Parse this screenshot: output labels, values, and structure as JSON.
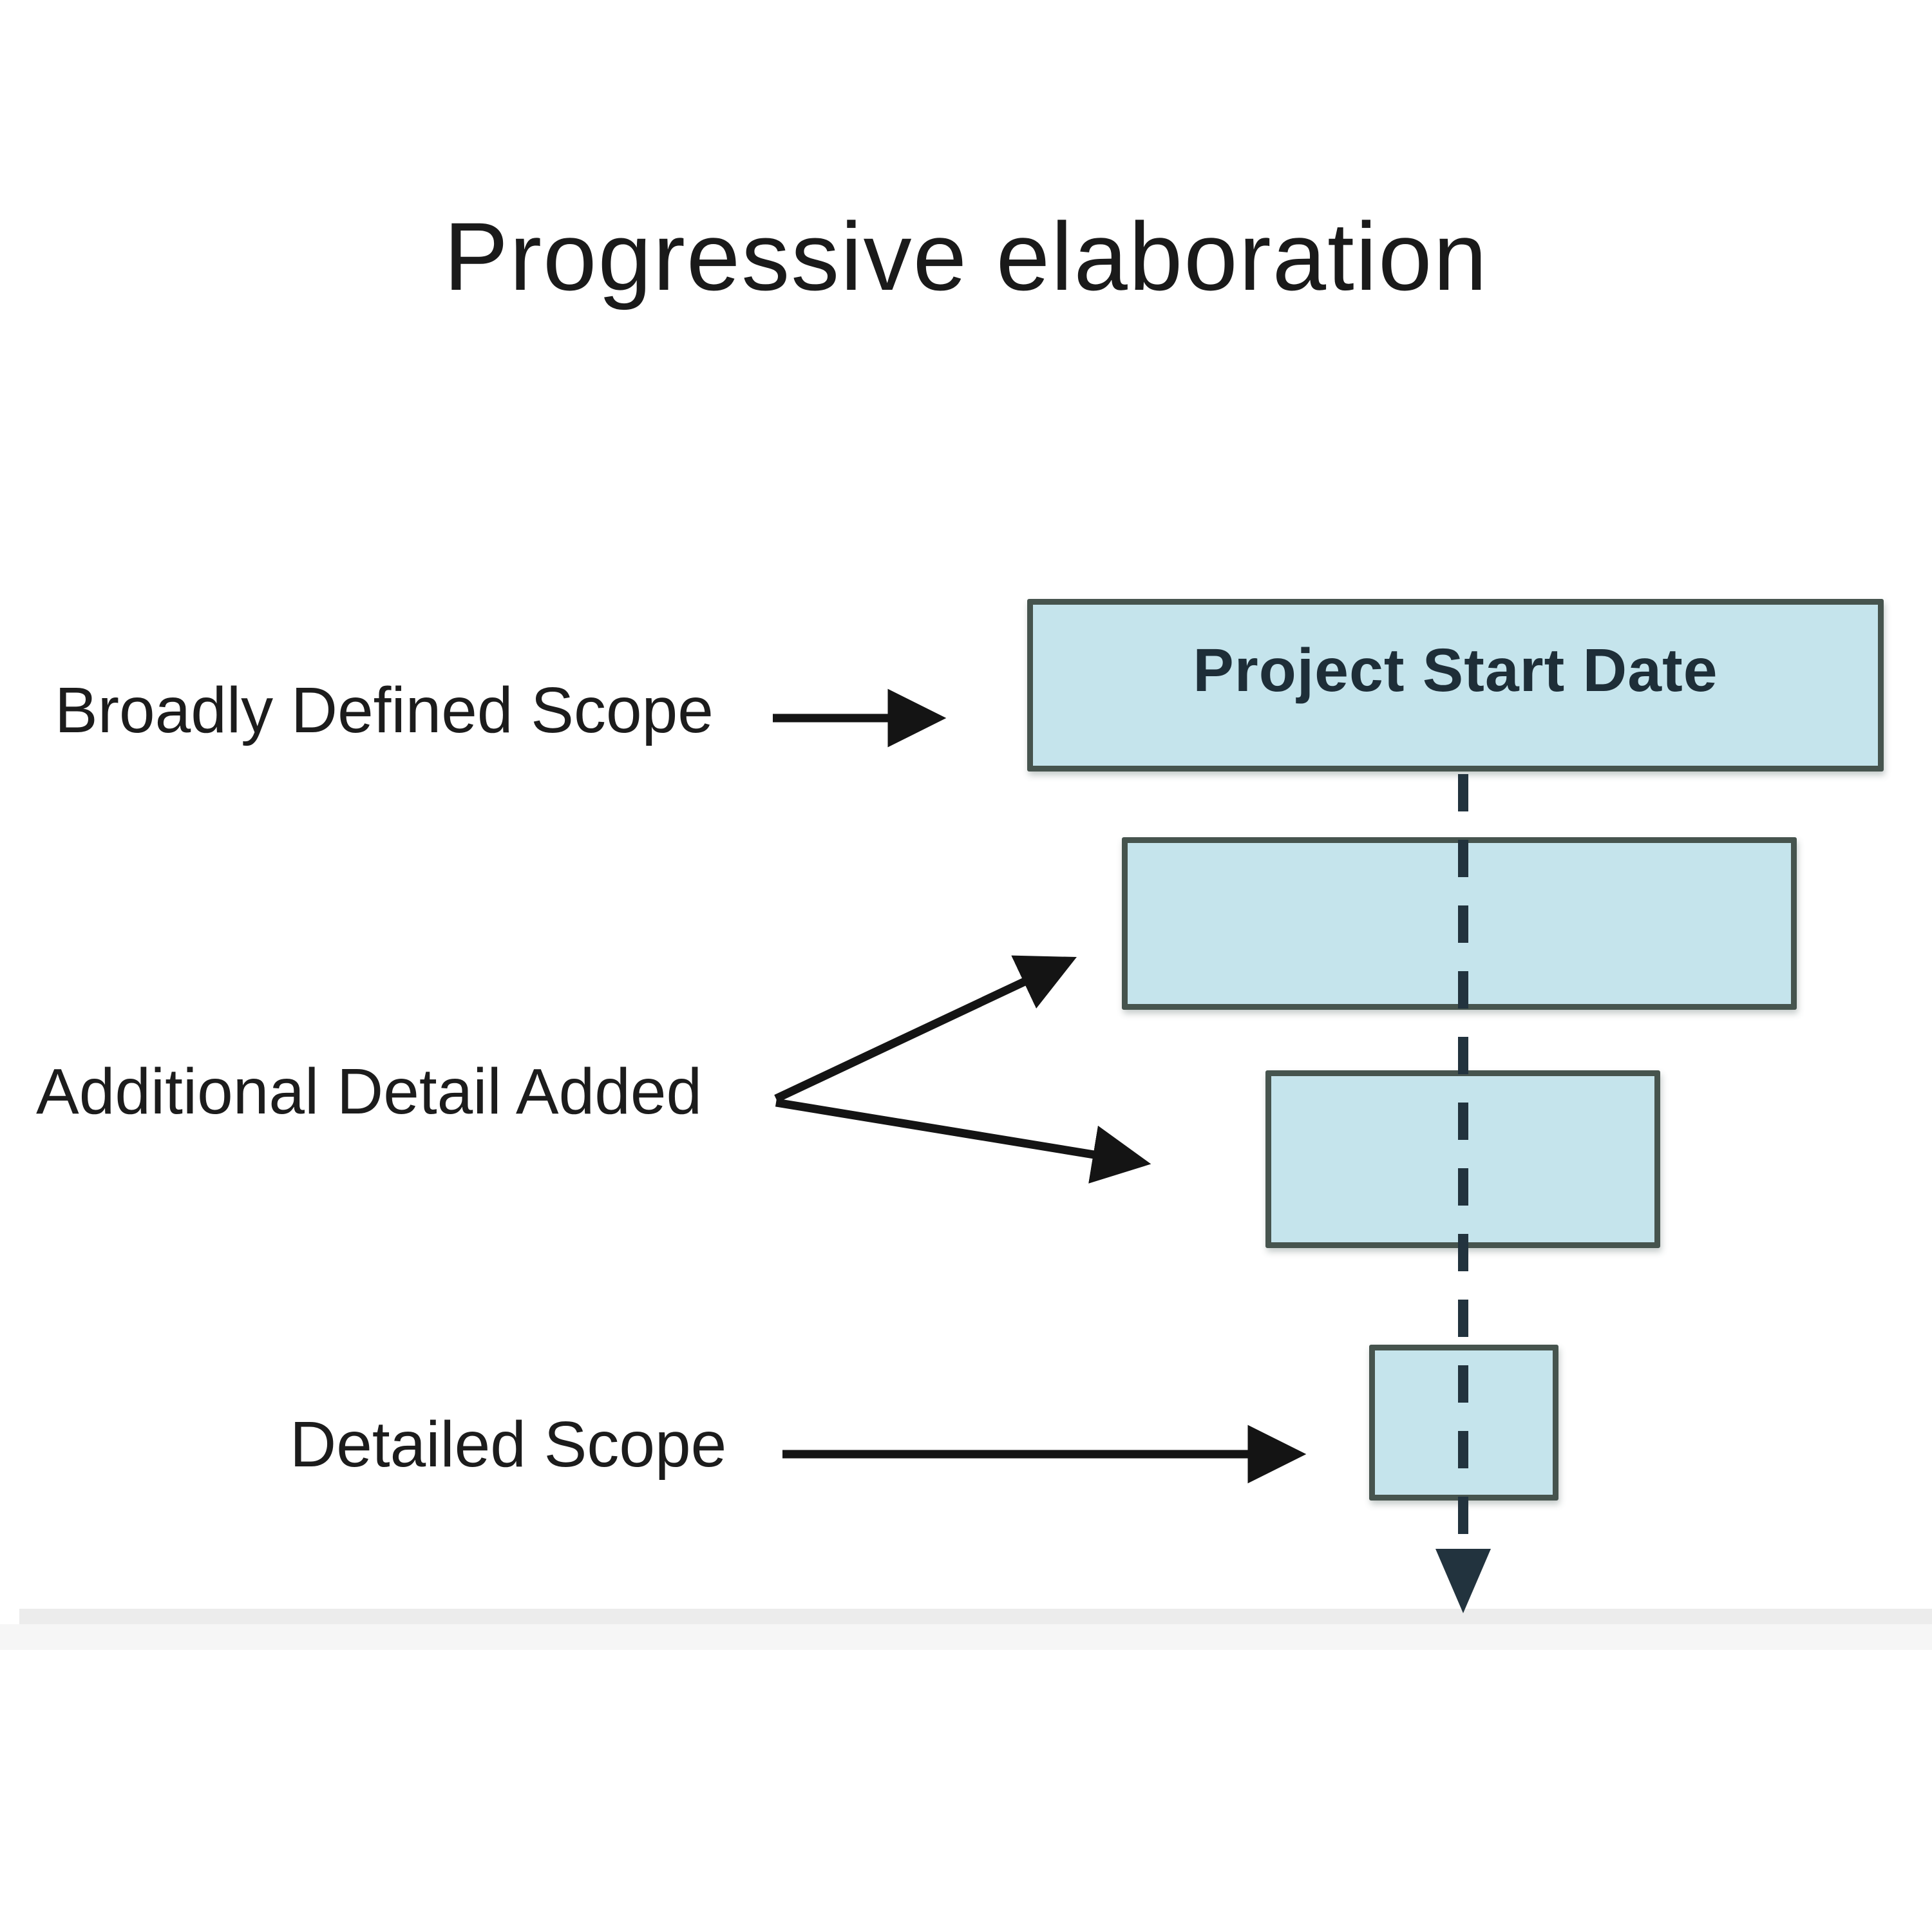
{
  "title": "Progressive elaboration",
  "funnel": {
    "boxes": [
      {
        "label": "Project Start Date"
      },
      {
        "label": ""
      },
      {
        "label": ""
      },
      {
        "label": ""
      }
    ]
  },
  "side_labels": [
    {
      "text": "Broadly Defined Scope"
    },
    {
      "text": "Additional Detail Added"
    },
    {
      "text": "Detailed Scope"
    }
  ],
  "colors": {
    "box_fill": "#c5e4ec",
    "box_border": "#46544e",
    "box_text": "#1e2e38",
    "label_text": "#1c1c1c",
    "title_text": "#1a1a1a",
    "arrow": "#141414",
    "dashed_line": "#22333e",
    "separator": "#ececec",
    "separator_soft": "#f6f6f6",
    "background": "#ffffff"
  }
}
